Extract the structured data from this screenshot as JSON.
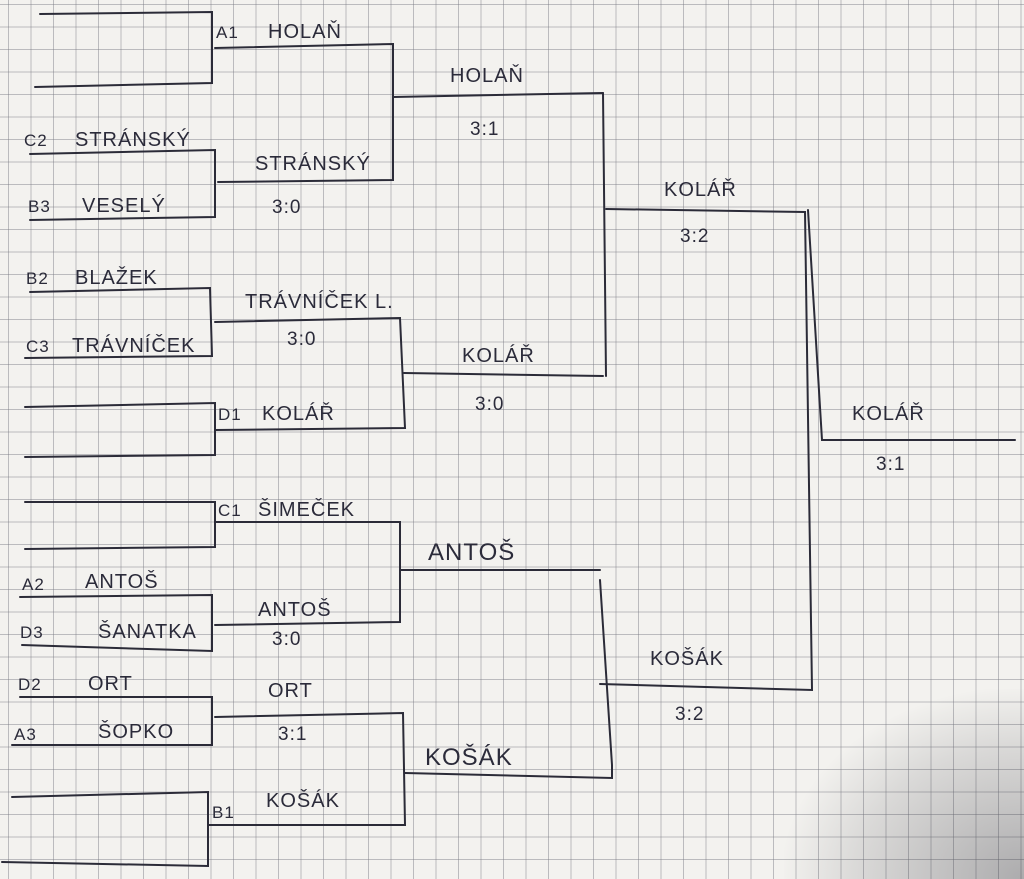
{
  "round1": [
    {
      "seed": "C2",
      "name": "STRÁNSKÝ"
    },
    {
      "seed": "B3",
      "name": "VESELÝ"
    },
    {
      "seed": "B2",
      "name": "BLAŽEK"
    },
    {
      "seed": "C3",
      "name": "TRÁVNÍČEK"
    },
    {
      "seed": "A2",
      "name": "ANTOŠ"
    },
    {
      "seed": "D3",
      "name": "ŠANATKA"
    },
    {
      "seed": "D2",
      "name": "ORT"
    },
    {
      "seed": "A3",
      "name": "ŠOPKO"
    }
  ],
  "round2": [
    {
      "seed": "A1",
      "name": "HOLAŇ"
    },
    {
      "name": "STRÁNSKÝ",
      "score": "3:0"
    },
    {
      "name": "TRÁVNÍČEK L.",
      "score": "3:0"
    },
    {
      "seed": "D1",
      "name": "KOLÁŘ"
    },
    {
      "seed": "C1",
      "name": "ŠIMEČEK"
    },
    {
      "name": "ANTOŠ",
      "score": "3:0"
    },
    {
      "name": "ORT",
      "score": "3:1"
    },
    {
      "seed": "B1",
      "name": "KOŠÁK"
    }
  ],
  "quarterfinals": [
    {
      "name": "HOLAŇ",
      "score": "3:1"
    },
    {
      "name": "KOLÁŘ",
      "score": "3:0"
    },
    {
      "name": "ANTOŠ"
    },
    {
      "name": "KOŠÁK"
    }
  ],
  "semifinals": [
    {
      "name": "KOLÁŘ",
      "score": "3:2"
    },
    {
      "name": "KOŠÁK",
      "score": "3:2"
    }
  ],
  "final": {
    "name": "KOLÁŘ",
    "score": "3:1"
  }
}
